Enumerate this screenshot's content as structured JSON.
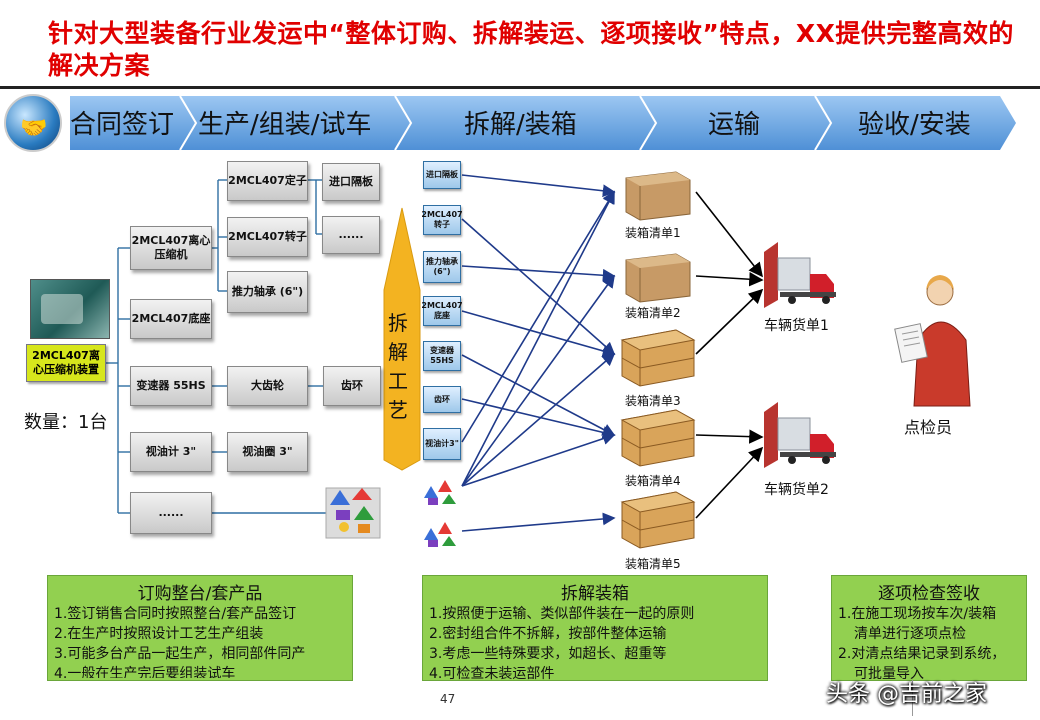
{
  "title": "针对大型装备行业发运中“整体订购、拆解装运、逐项接收”特点，XX提供完整高效的解决方案",
  "stages": [
    "合同签订",
    "生产/组装/试车",
    "拆解/装箱",
    "运输",
    "验收/安装"
  ],
  "root": "2MCL407离心压缩机装置",
  "quantity": "数量：1台",
  "level1": [
    "2MCL407离心压缩机",
    "2MCL407底座",
    "变速器 55HS",
    "视油计 3\"",
    "......"
  ],
  "level2": [
    "2MCL407定子",
    "2MCL407转子",
    "推力轴承 (6\")",
    "大齿轮",
    "视油圈 3\""
  ],
  "level3": [
    "进口隔板",
    "......",
    "齿环"
  ],
  "process_label": "拆解工艺",
  "parts": [
    "进口隔板",
    "2MCL407转子",
    "推力轴承(6\")",
    "2MCL407底座",
    "变速器55HS",
    "齿环",
    "视油计3\""
  ],
  "packing_lists": [
    "装箱清单1",
    "装箱清单2",
    "装箱清单3",
    "装箱清单4",
    "装箱清单5"
  ],
  "vehicle_lists": [
    "车辆货单1",
    "车辆货单2"
  ],
  "inspector": "点检员",
  "boxes": [
    {
      "title": "订购整台/套产品",
      "lines": [
        "1.签订销售合同时按照整台/套产品签订",
        "2.在生产时按照设计工艺生产组装",
        "3.可能多台产品一起生产，相同部件同产",
        "4.一般在生产完后要组装试车"
      ]
    },
    {
      "title": "拆解装箱",
      "lines": [
        "1.按照便于运输、类似部件装在一起的原则",
        "2.密封组合件不拆解，按部件整体运输",
        "3.考虑一些特殊要求，如超长、超重等",
        "4.可检查未装运部件"
      ]
    },
    {
      "title": "逐项检查签收",
      "lines": [
        "1.在施工现场按车次/装箱",
        "清单进行逐项点检",
        "2.对清点结果记录到系统，",
        "可批量导入"
      ]
    }
  ],
  "page_number": "47",
  "watermark": "头条 @吉前之家",
  "colors": {
    "title": "#e00000",
    "arrow": "#5b9bd5",
    "green": "#92d050",
    "yellow": "#d7e61c",
    "navy": "#1f3a8a"
  }
}
